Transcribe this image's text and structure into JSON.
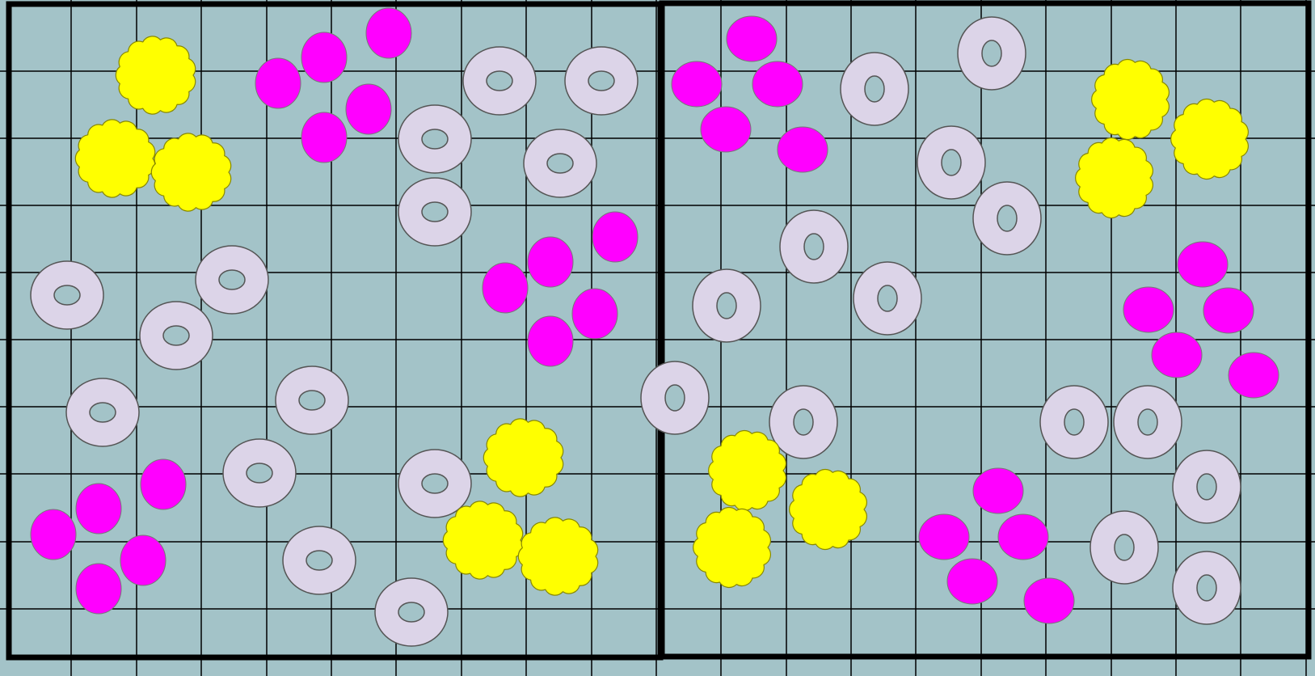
{
  "colors": {
    "background": "#a3c3c8",
    "grid_line": "#000000",
    "frame": "#000000",
    "dot": "#ff00ff",
    "cloud": "#ffff00",
    "ring": "#dcd4e8",
    "ring_stroke": "#555555"
  },
  "panels": [
    "left-panel",
    "right-panel"
  ],
  "piece_kinds": [
    "magenta-dot",
    "yellow-cloud",
    "lavender-ring"
  ]
}
